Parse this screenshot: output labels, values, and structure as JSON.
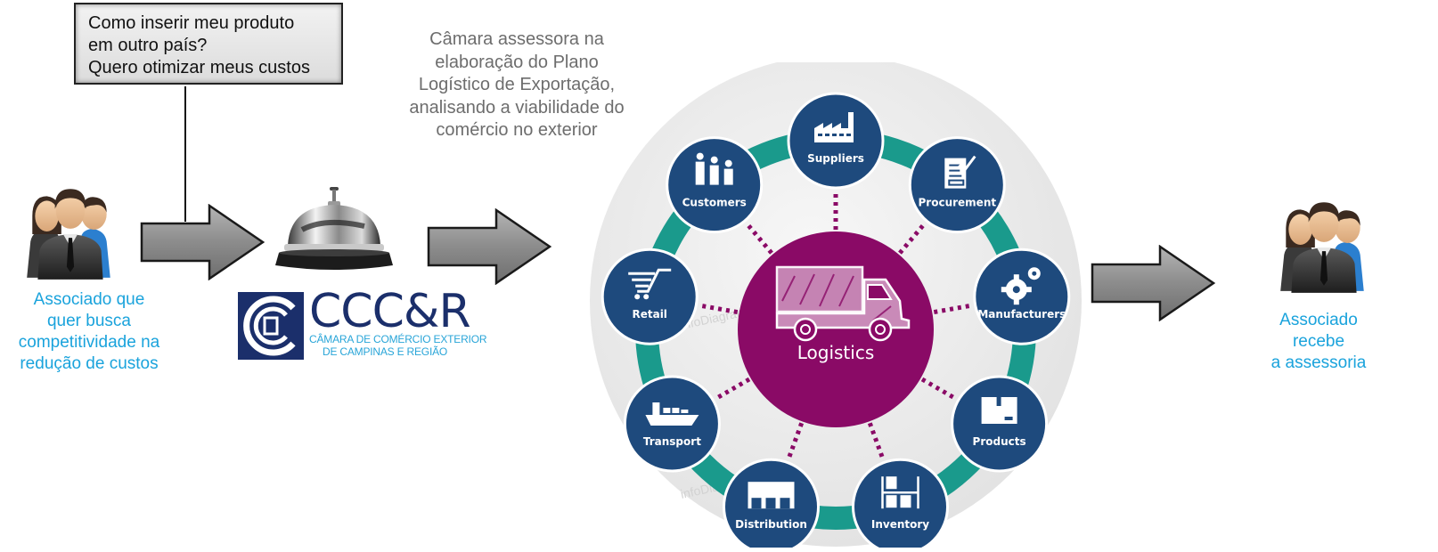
{
  "question_box": {
    "lines": [
      "Como inserir meu produto",
      "em outro país?",
      "Quero otimizar meus custos"
    ]
  },
  "left_member": {
    "icon": "business-people-icon",
    "caption": [
      "Associado que",
      "quer busca",
      "competitividade na",
      "redução de custos"
    ]
  },
  "chamber": {
    "icon": "service-bell-icon",
    "logo": {
      "name": "CCC&R",
      "subtitle": [
        "CÂMARA DE COMÉRCIO EXTERIOR",
        "DE CAMPINAS E REGIÃO"
      ]
    }
  },
  "chamber_description": [
    "Câmara assessora na",
    "elaboração do Plano",
    "Logístico de Exportação,",
    "analisando a viabilidade do",
    "comércio no exterior"
  ],
  "logistics_diagram": {
    "center_label": "Logistics",
    "center_icon": "truck-icon",
    "watermark": "infoDiagram",
    "nodes": [
      {
        "label": "Suppliers",
        "icon": "factory-icon"
      },
      {
        "label": "Procurement",
        "icon": "checklist-icon"
      },
      {
        "label": "Manufacturers",
        "icon": "gears-icon"
      },
      {
        "label": "Products",
        "icon": "box-icon"
      },
      {
        "label": "Inventory",
        "icon": "shelves-icon"
      },
      {
        "label": "Distribution",
        "icon": "warehouse-icon"
      },
      {
        "label": "Transport",
        "icon": "ship-icon"
      },
      {
        "label": "Retail",
        "icon": "cart-icon"
      },
      {
        "label": "Customers",
        "icon": "people-icon"
      }
    ],
    "colors": {
      "node": "#1e4a7d",
      "center": "#8a0a66",
      "ring": "#1a9a8c",
      "dots": "#8a0a66",
      "backdrop": "#eeeeee"
    }
  },
  "right_member": {
    "icon": "business-people-icon",
    "caption": [
      "Associado",
      "recebe",
      "a assessoria"
    ]
  },
  "colors": {
    "caption_blue": "#1aa3dc",
    "caption_gray": "#6d6d6d",
    "arrow": "#8a8a8a"
  }
}
